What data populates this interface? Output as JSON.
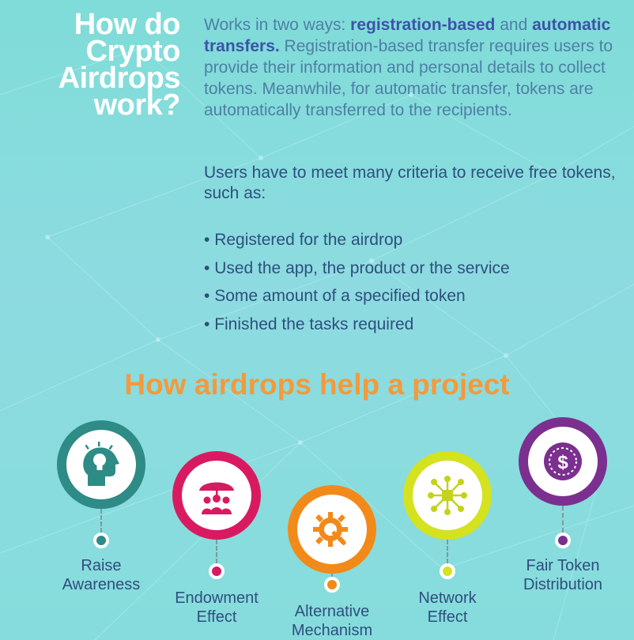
{
  "heading": [
    "How do",
    "Crypto",
    "Airdrops",
    "work?"
  ],
  "intro": {
    "lead": "Works in two ways: ",
    "bold1": "registration-based",
    "and": " and ",
    "bold2": "automatic transfers.",
    "rest": " Registration-based transfer requires users to provide their information and personal details to collect tokens. Meanwhile, for automatic transfer, tokens are automatically transferred to the recipients."
  },
  "criteria_intro": "Users have to meet many criteria to receive free tokens, such as:",
  "criteria": [
    "Registered for the airdrop",
    "Used the app, the product or the service",
    "Some amount of a specified token",
    "Finished the tasks required"
  ],
  "help_title": "How airdrops help a project",
  "benefits": [
    {
      "line1": "Raise",
      "line2": "Awareness",
      "icon": "lightbulb-head-icon",
      "color": "#2e8b86"
    },
    {
      "line1": "Endowment",
      "line2": "Effect",
      "icon": "umbrella-people-icon",
      "color": "#d81b60"
    },
    {
      "line1": "Alternative",
      "line2": "Mechanism",
      "icon": "gear-wrench-icon",
      "color": "#f28a1a"
    },
    {
      "line1": "Network",
      "line2": "Effect",
      "icon": "network-nodes-icon",
      "color": "#d4e21f"
    },
    {
      "line1": "Fair Token",
      "line2": "Distribution",
      "icon": "dollar-coin-icon",
      "color": "#7b2f8e"
    }
  ]
}
